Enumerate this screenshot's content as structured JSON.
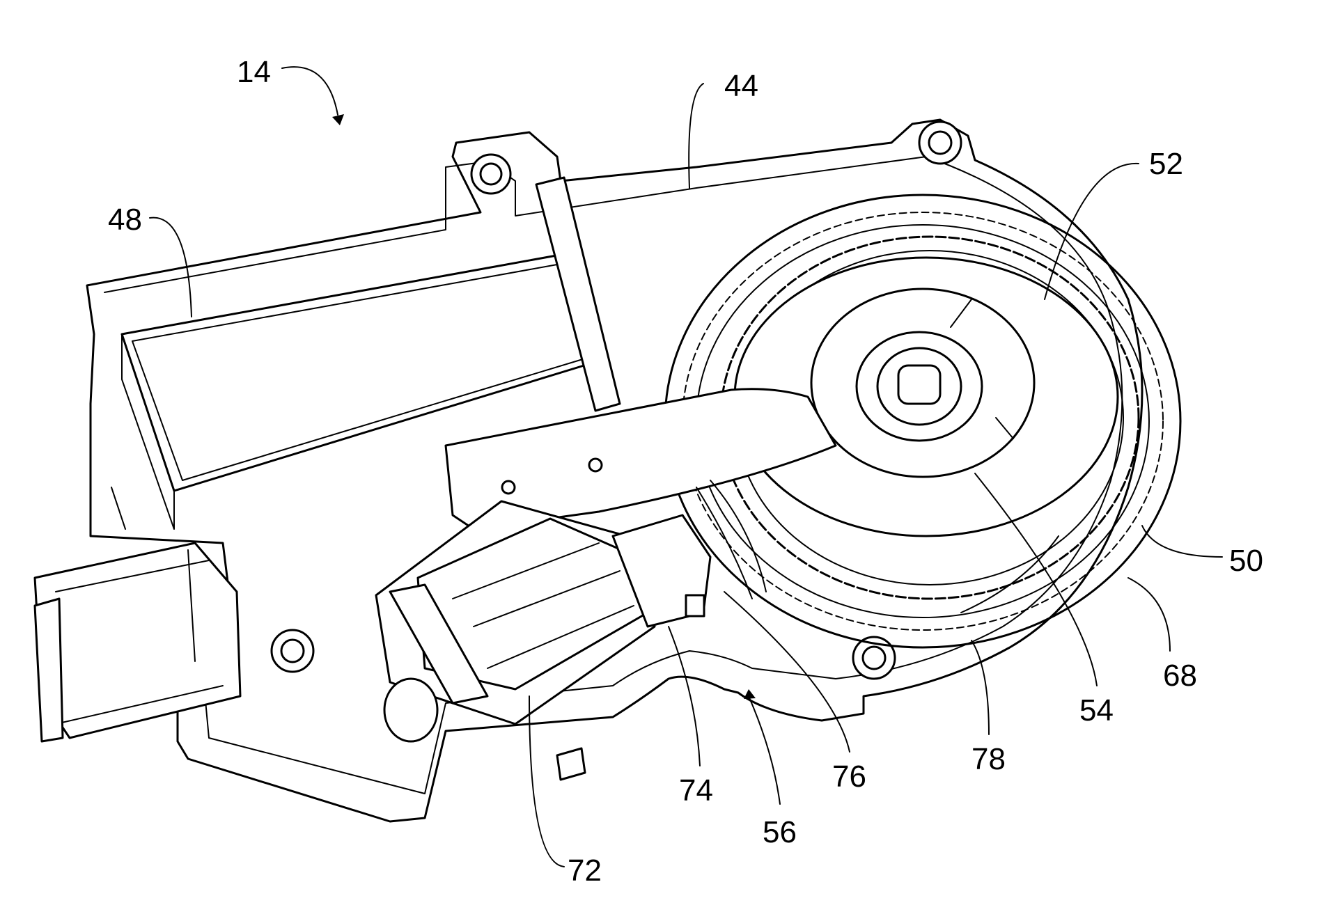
{
  "refs": {
    "r14": "14",
    "r44": "44",
    "r48": "48",
    "r52": "52",
    "r50": "50",
    "r68": "68",
    "r54": "54",
    "r78": "78",
    "r76": "76",
    "r74": "74",
    "r56": "56",
    "r72": "72"
  }
}
